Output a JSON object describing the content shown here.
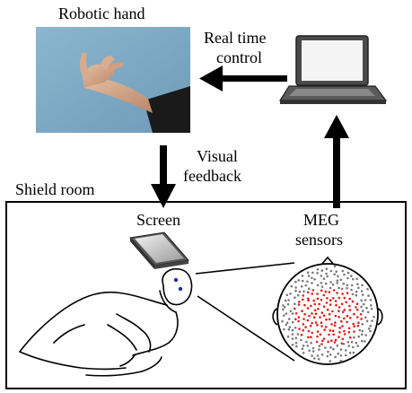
{
  "labels": {
    "robotic_hand": "Robotic hand",
    "real_time_1": "Real time",
    "real_time_2": "control",
    "visual_1": "Visual",
    "visual_2": "feedback",
    "shield_room": "Shield room",
    "screen": "Screen",
    "meg_1": "MEG",
    "meg_2": "sensors"
  },
  "colors": {
    "background": "#ffffff",
    "arrow": "#000000",
    "photo_bg": "#7ea9c4",
    "skin": "#d6a889",
    "sleeve": "#1a1a1a",
    "sensor_inner": "#e0201a",
    "sensor_outer": "#7a7a7a",
    "eye_dot": "#1f2fa0"
  },
  "icons": {
    "laptop": "laptop-icon",
    "screen": "screen-icon",
    "head": "meg-head-icon",
    "person": "lying-person-icon"
  }
}
